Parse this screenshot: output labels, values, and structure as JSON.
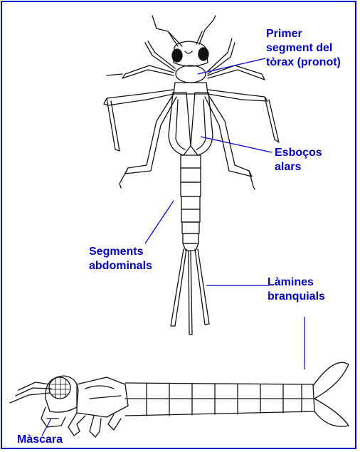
{
  "labels": {
    "pronot": "Primer\nsegment del\ntòrax (pronot)",
    "esbossos": "Esboços\nalars",
    "segments": "Segments\nabdominals",
    "lamines": "Làmines\nbranquials",
    "mascara": "Màscara"
  },
  "colors": {
    "label": "#0000cc",
    "border": "#0000cc",
    "ink": "#111111"
  }
}
